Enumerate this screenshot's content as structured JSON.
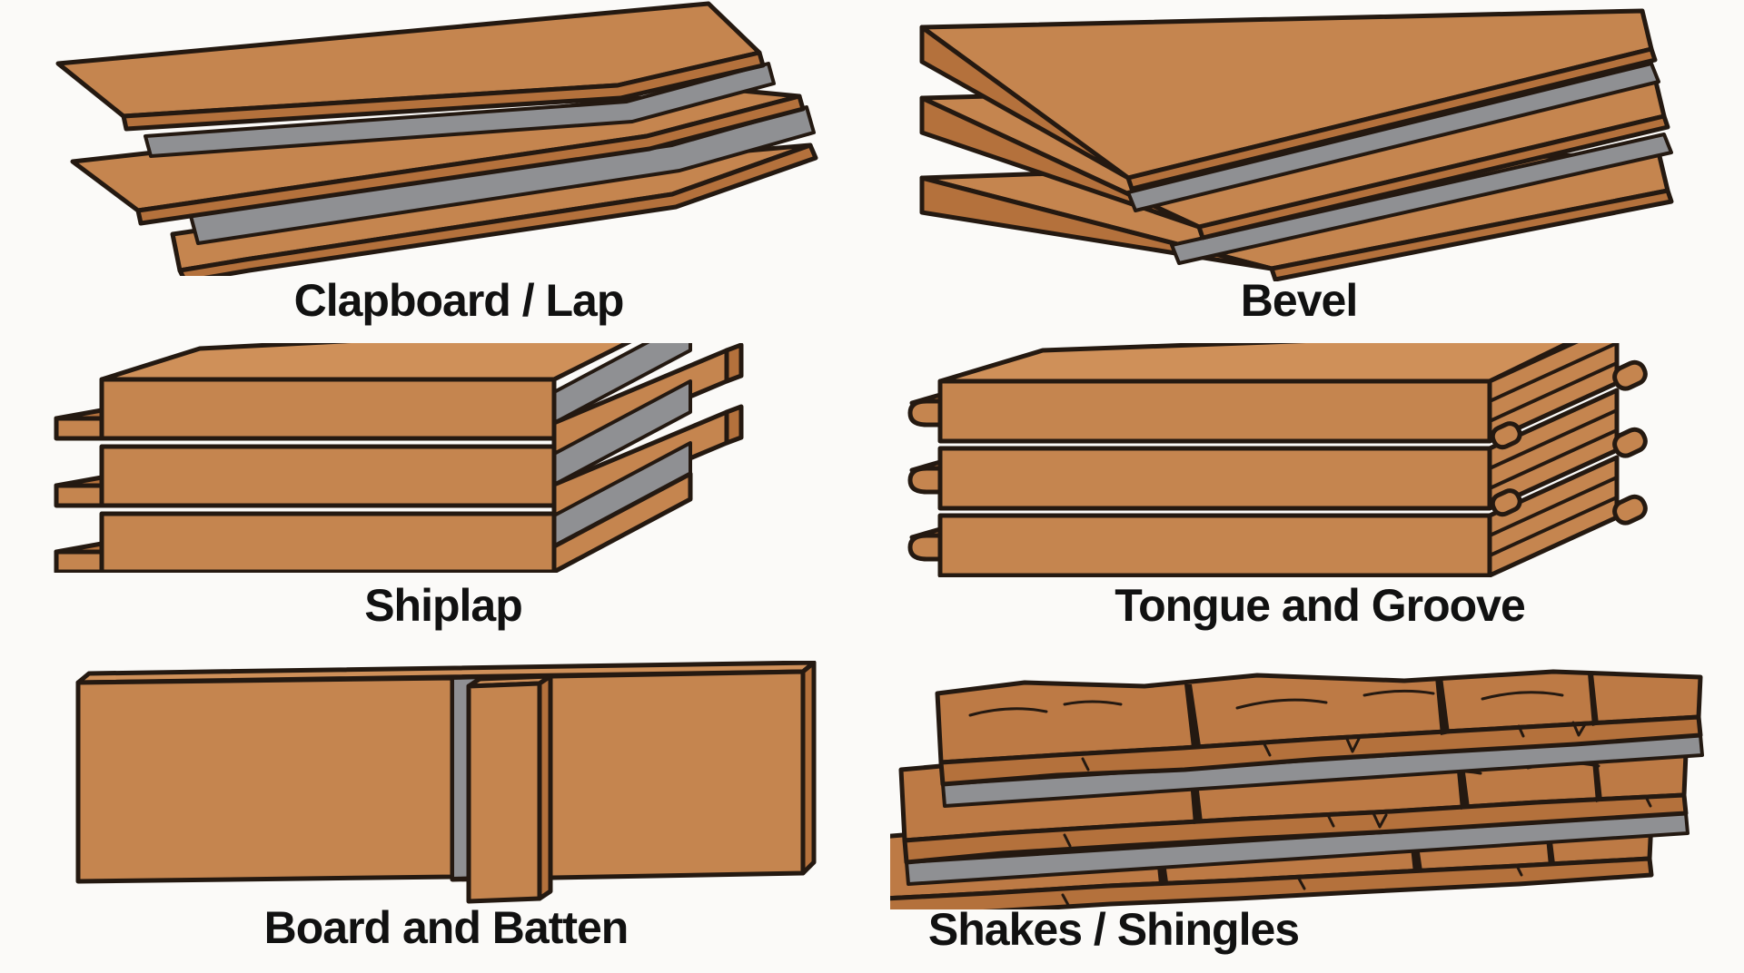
{
  "colors": {
    "background": "#fbfaf8",
    "wood": "#c5854f",
    "wood-dark": "#b4713c",
    "wood-shingle": "#bd7a45",
    "shadow-gray": "#8f9093",
    "outline": "#241911",
    "label": "#111111"
  },
  "panels": [
    {
      "id": "clapboard-lap",
      "label": "Clapboard / Lap"
    },
    {
      "id": "bevel",
      "label": "Bevel"
    },
    {
      "id": "shiplap",
      "label": "Shiplap"
    },
    {
      "id": "tongue-and-groove",
      "label": "Tongue and Groove"
    },
    {
      "id": "board-and-batten",
      "label": "Board and Batten"
    },
    {
      "id": "shakes-shingles",
      "label": "Shakes / Shingles"
    }
  ]
}
